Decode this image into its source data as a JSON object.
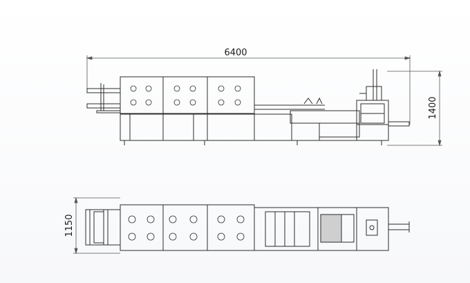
{
  "dimensions": {
    "overall_length": "6400",
    "overall_height": "1400",
    "overall_width": "1150"
  },
  "colors": {
    "line": "#2b2b2b",
    "dim_line": "#555555",
    "background": "#ffffff"
  }
}
